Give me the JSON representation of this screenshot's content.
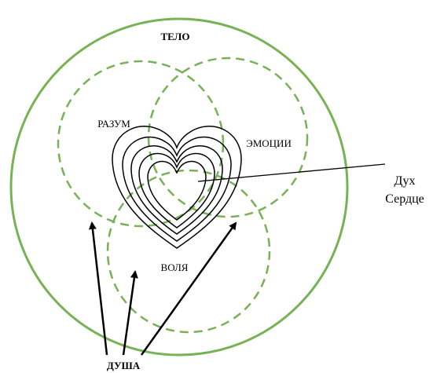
{
  "labels": {
    "body": "ТЕЛО",
    "mind": "РАЗУМ",
    "emotions": "ЭМОЦИИ",
    "will": "ВОЛЯ",
    "soul": "ДУША",
    "spirit": "Дух",
    "heart": "Сердце"
  },
  "colors": {
    "circle_stroke": "#77b255",
    "heart_stroke": "#000000",
    "arrow": "#000000"
  }
}
